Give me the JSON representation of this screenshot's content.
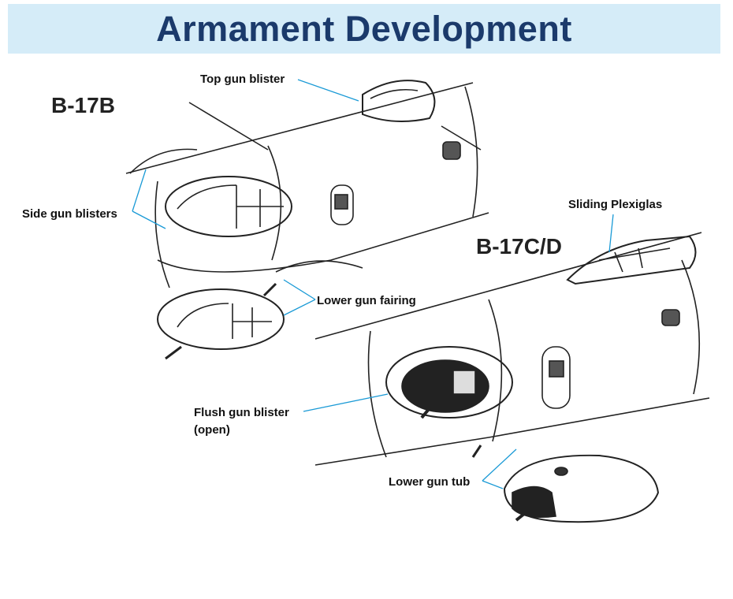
{
  "title": "Armament Development",
  "variants": {
    "early": "B-17B",
    "later": "B-17C/D"
  },
  "labels": {
    "top_gun_blister": "Top gun blister",
    "side_gun_blisters": "Side gun blisters",
    "lower_gun_fairing": "Lower gun fairing",
    "sliding_plexiglas": "Sliding Plexiglas",
    "flush_gun_blister": "Flush gun blister",
    "flush_gun_blister_note": "(open)",
    "lower_gun_tub": "Lower gun tub"
  },
  "colors": {
    "title_bg": "#d5ecf8",
    "title_text": "#1b3a6b",
    "callout": "#1a9ad6"
  }
}
